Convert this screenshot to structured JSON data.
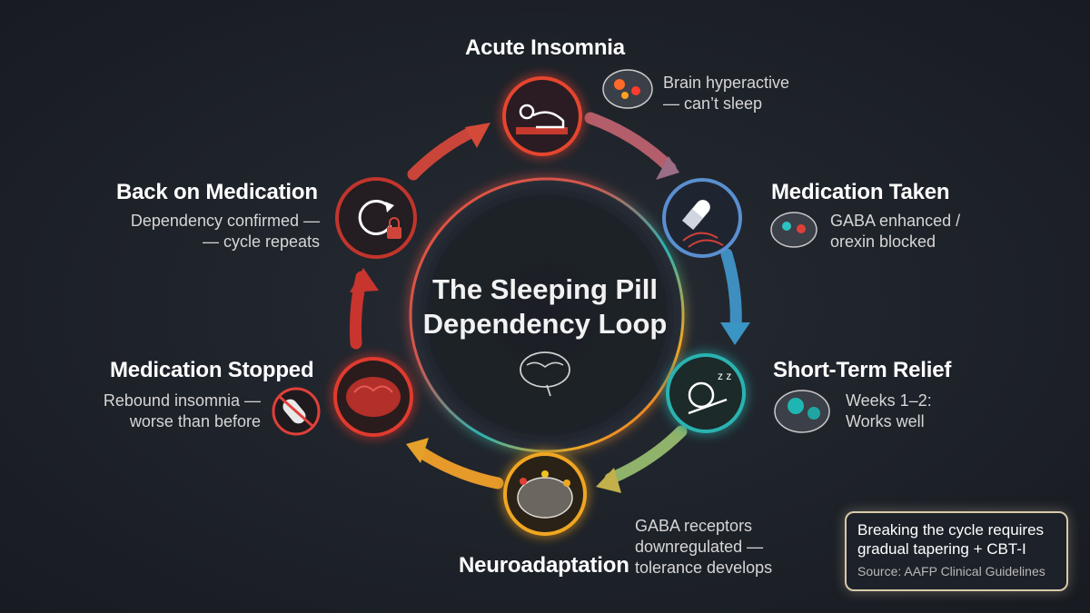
{
  "diagram": {
    "title_line1": "The Sleeping Pill",
    "title_line2": "Dependency Loop",
    "steps": [
      {
        "title": "Acute Insomnia",
        "desc_line1": "Brain hyperactive",
        "desc_line2": "— can’t sleep",
        "color": "#e5452f",
        "icon": "sleepless-person-icon"
      },
      {
        "title": "Medication Taken",
        "desc_line1": "GABA enhanced /",
        "desc_line2": "orexin blocked",
        "color": "#5a8fd0",
        "icon": "pill-capsule-icon"
      },
      {
        "title": "Short-Term Relief",
        "desc_line1": "Weeks 1–2:",
        "desc_line2": "Works well",
        "color": "#2bb3b0",
        "icon": "sleeping-person-icon"
      },
      {
        "title": "Neuroadaptation",
        "desc_line1": "GABA receptors",
        "desc_line2": "downregulated —",
        "desc_line3": "tolerance develops",
        "color": "#f0a623",
        "icon": "brain-receptors-icon"
      },
      {
        "title": "Medication Stopped",
        "desc_line1": "Rebound insomnia —",
        "desc_line2": "worse than before",
        "color": "#e03a2f",
        "icon": "red-brain-icon"
      },
      {
        "title": "Back on Medication",
        "desc_line1": "Dependency confirmed —",
        "desc_line2": "— cycle repeats",
        "color": "#c2352c",
        "icon": "cycle-lock-icon"
      }
    ]
  },
  "callout": {
    "line1": "Breaking the cycle requires",
    "line2": "gradual tapering + CBT-I",
    "source": "Source: AAFP Clinical Guidelines"
  }
}
